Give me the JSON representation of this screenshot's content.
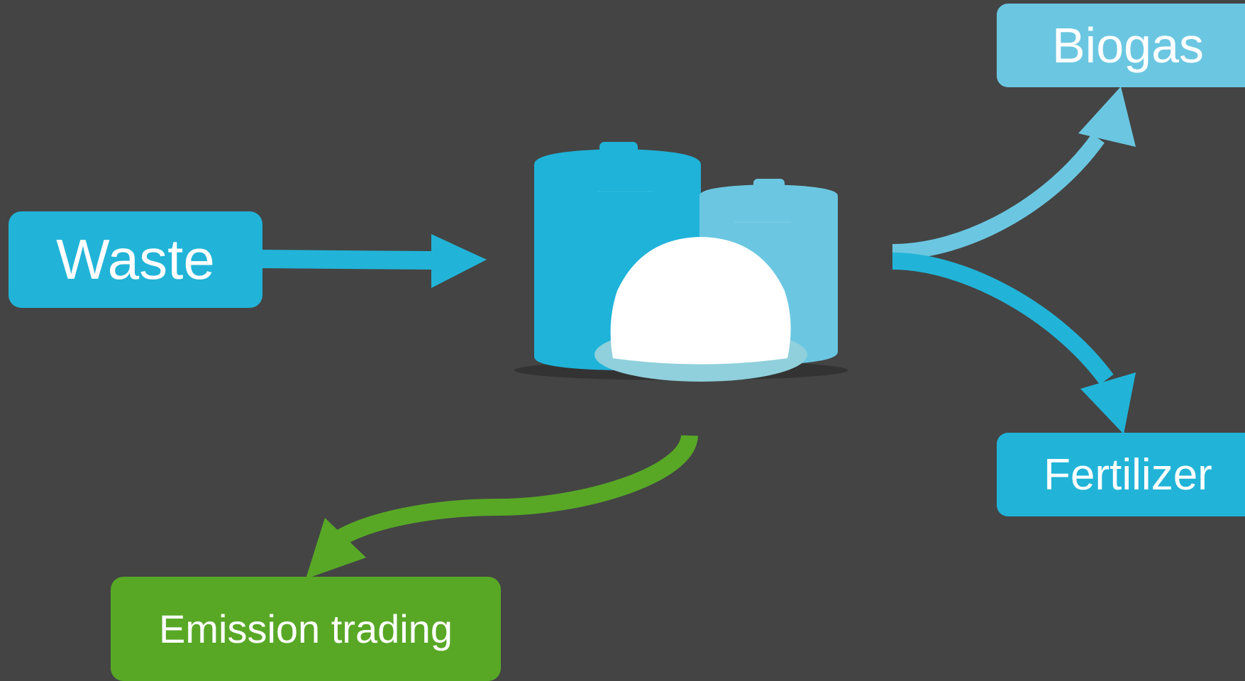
{
  "nodes": {
    "waste": {
      "label": "Waste",
      "color": "#21b4d8"
    },
    "biogas": {
      "label": "Biogas",
      "color": "#6bc7e1"
    },
    "fertilizer": {
      "label": "Fertilizer",
      "color": "#21b4d8"
    },
    "emission": {
      "label": "Emission trading",
      "color": "#58a826"
    }
  },
  "icons": {
    "digester": "biogas-digester-icon"
  },
  "colors": {
    "background": "#444444",
    "primary_blue": "#21b4d8",
    "light_blue": "#6bc7e1",
    "green": "#58a826",
    "dome": "#ffffff",
    "dome_base": "#8fd0dc"
  }
}
